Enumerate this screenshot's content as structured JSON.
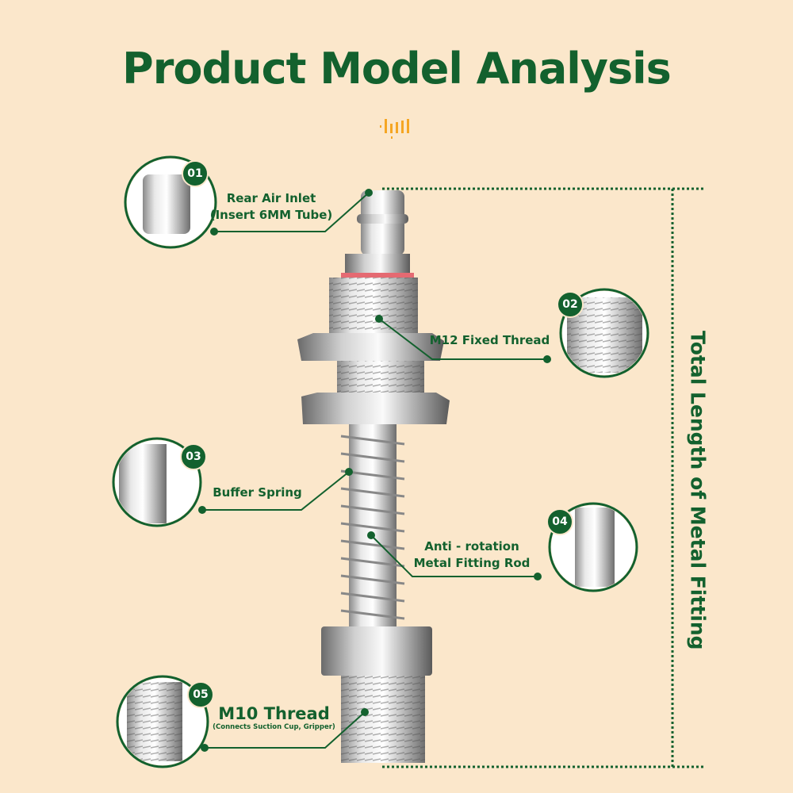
{
  "title": "Product Model Analysis",
  "dimension_label": "Total Length of Metal Fitting",
  "colors": {
    "green": "#13612e",
    "background": "#fbe7cb",
    "accent": "#f5a623"
  },
  "callouts": [
    {
      "number": "01",
      "label": "Rear Air Inlet",
      "sublabel": "(Insert 6MM Tube)"
    },
    {
      "number": "02",
      "label": "M12 Fixed Thread"
    },
    {
      "number": "03",
      "label": "Buffer Spring"
    },
    {
      "number": "04",
      "label": "Anti - rotation",
      "sublabel": "Metal Fitting Rod"
    },
    {
      "number": "05",
      "label": "M10 Thread",
      "sublabel": "(Connects Suction Cup, Gripper)"
    }
  ]
}
